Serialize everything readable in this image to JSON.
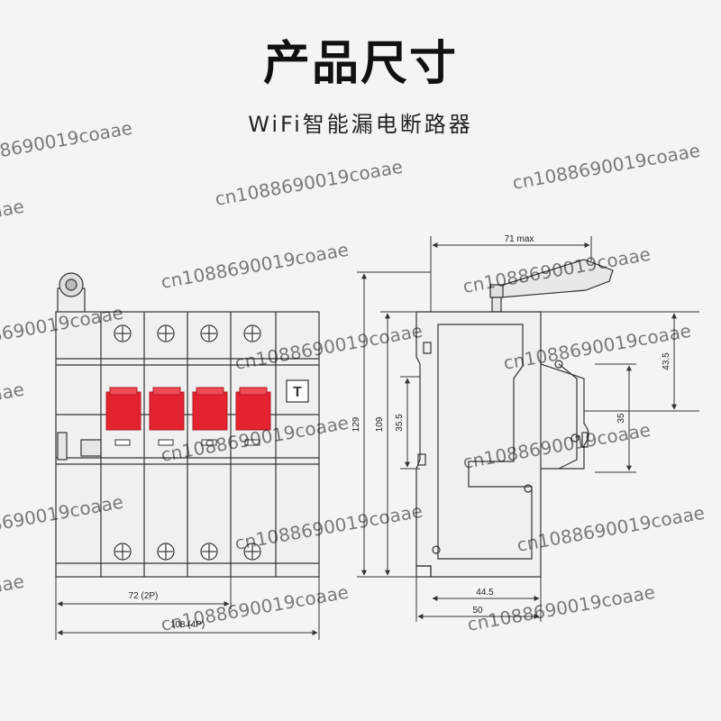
{
  "header": {
    "title": "产品尺寸",
    "subtitle": "WiFi智能漏电断路器"
  },
  "front_view": {
    "test_button_label": "T",
    "dims": {
      "width_2p": "72 (2P)",
      "width_4p": "108 (4P)"
    }
  },
  "side_view": {
    "dims": {
      "top_width": "71 max",
      "height_total": "129",
      "height_body": "109",
      "left_inner": "35.5",
      "right_upper": "43.5",
      "right_lower": "35",
      "bottom_inner": "44.5",
      "bottom_outer": "50"
    }
  },
  "watermark": {
    "text": "cn1088690019coaae"
  },
  "colors": {
    "toggle_red": "#e3232f",
    "line": "#333333",
    "background": "#f4f4f4"
  }
}
